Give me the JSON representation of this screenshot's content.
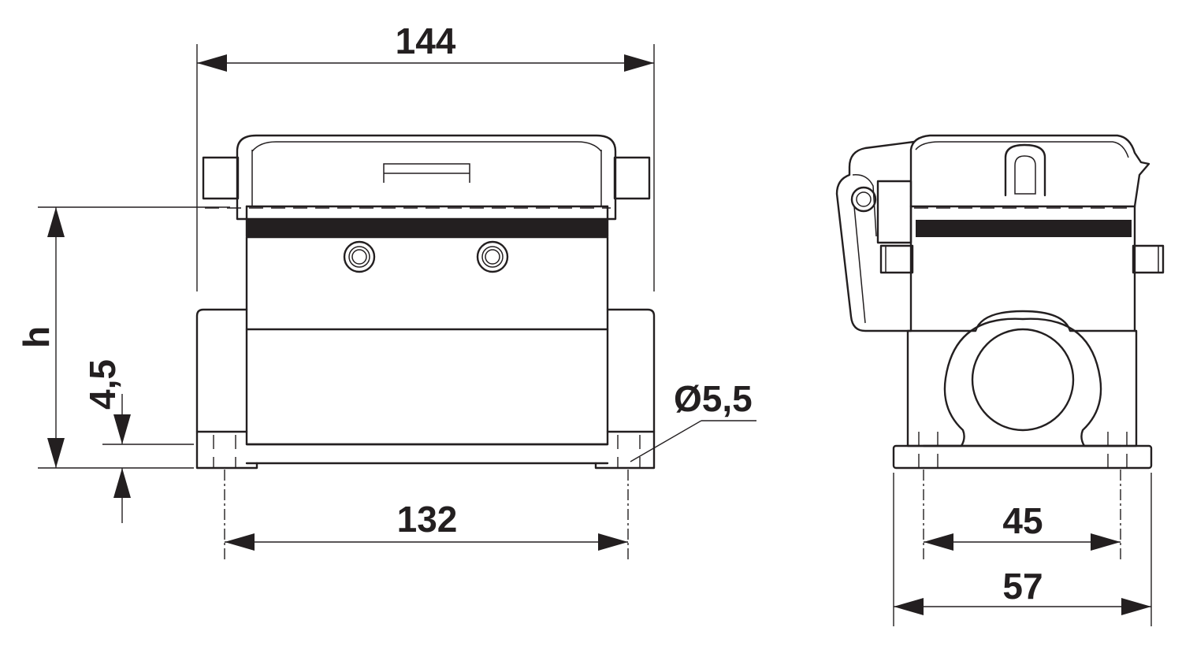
{
  "labels": {
    "overall_width": "144",
    "hole_spacing": "132",
    "height": "h",
    "base_thickness": "4,5",
    "hole_diameter": "Ø5,5",
    "side_hole_spacing": "45",
    "side_base_width": "57"
  },
  "colors": {
    "line": "#231f20",
    "background": "#ffffff"
  }
}
